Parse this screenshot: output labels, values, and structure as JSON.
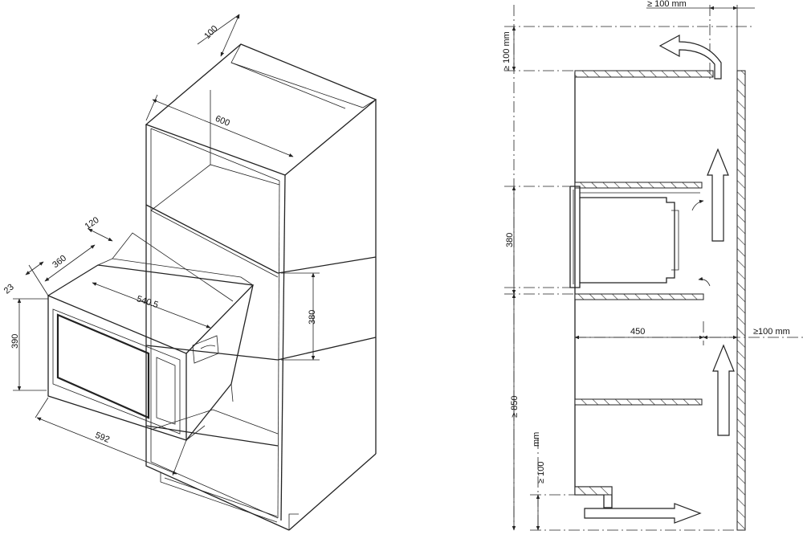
{
  "isometric": {
    "depth_top": "100",
    "width_top": "600",
    "depth_unit": "120",
    "depth_frame": "360",
    "frame_thickness": "23",
    "inner_width": "540.5",
    "opening_height": "380",
    "frame_height": "390",
    "frame_width": "592"
  },
  "section": {
    "top_gap": "≥ 100  mm",
    "top_vent": "≥ 100 mm",
    "opening_height": "380",
    "depth": "450",
    "rear_gap": "≥100 mm",
    "floor_height": "≥ 850",
    "bottom_vent_value": "≥ 100",
    "bottom_vent_unit": "mm"
  }
}
